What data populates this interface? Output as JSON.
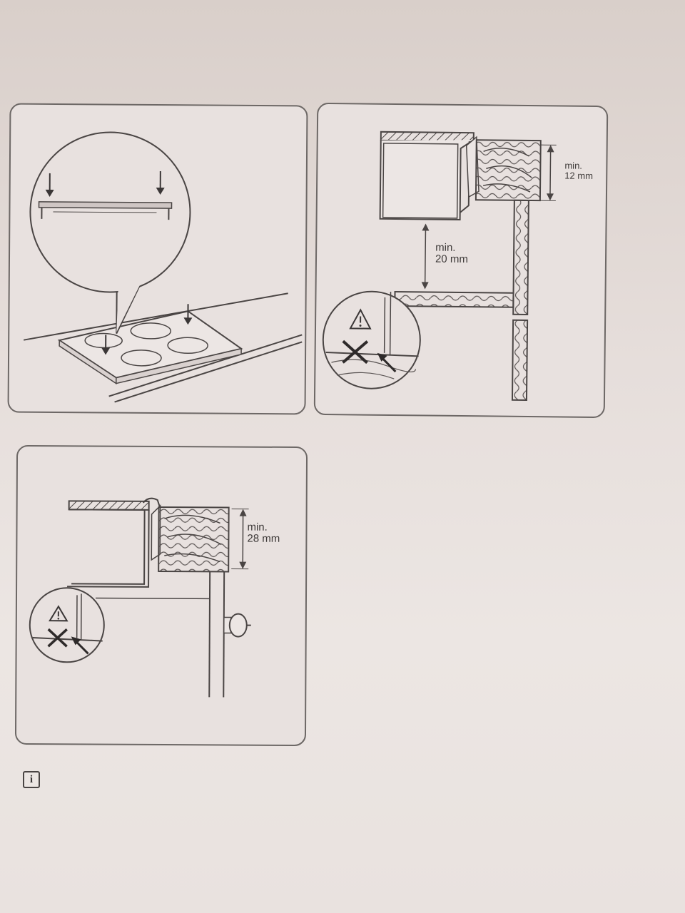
{
  "panel2": {
    "top_gap": {
      "line1": "min.",
      "line2": "12 mm"
    },
    "cabinet_gap": {
      "line1": "min.",
      "line2": "20 mm"
    }
  },
  "panel3": {
    "top_gap": {
      "line1": "min.",
      "line2": "28 mm"
    }
  },
  "info_icon": {
    "glyph": "i"
  },
  "colors": {
    "line": "#4a4544",
    "panel_bg": "#e8e1df",
    "page_bg": "#e3dbd8"
  }
}
